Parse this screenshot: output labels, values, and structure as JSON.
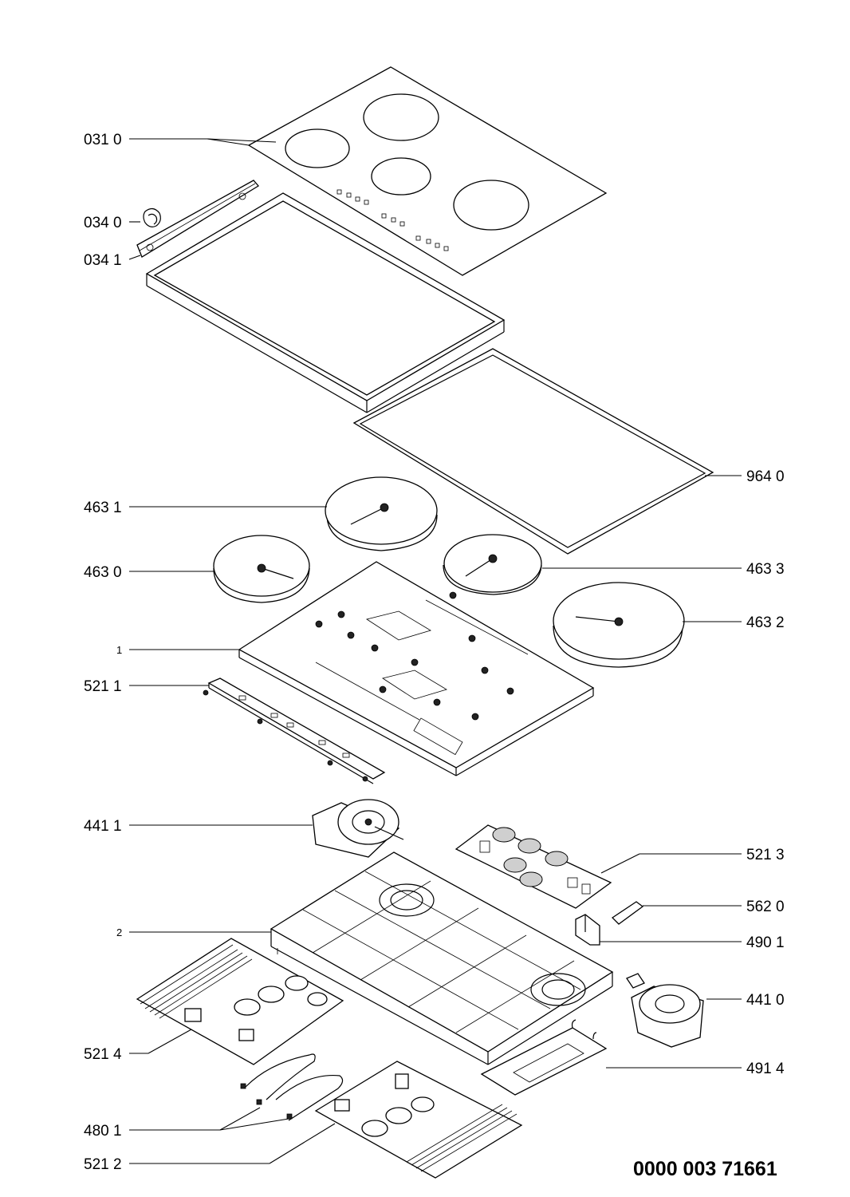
{
  "diagram": {
    "labels": {
      "glass_top": "031 0",
      "bracket_clip": "034 0",
      "bracket": "034 1",
      "frame_gasket": "964 0",
      "heater_top_left": "463 1",
      "heater_left": "463 0",
      "heater_right": "463 3",
      "heater_big_right": "463 2",
      "support_plate": "1",
      "control_board": "521 1",
      "fan_upper": "441 1",
      "filter_board": "521 3",
      "fuse": "562 0",
      "fuse_holder": "490 1",
      "base_tray": "2",
      "fan_lower": "441 0",
      "power_board_left": "521 4",
      "insulation_plate": "491 4",
      "cables": "480 1",
      "power_board_right": "521 2"
    },
    "document_number": "0000 003 71661"
  }
}
